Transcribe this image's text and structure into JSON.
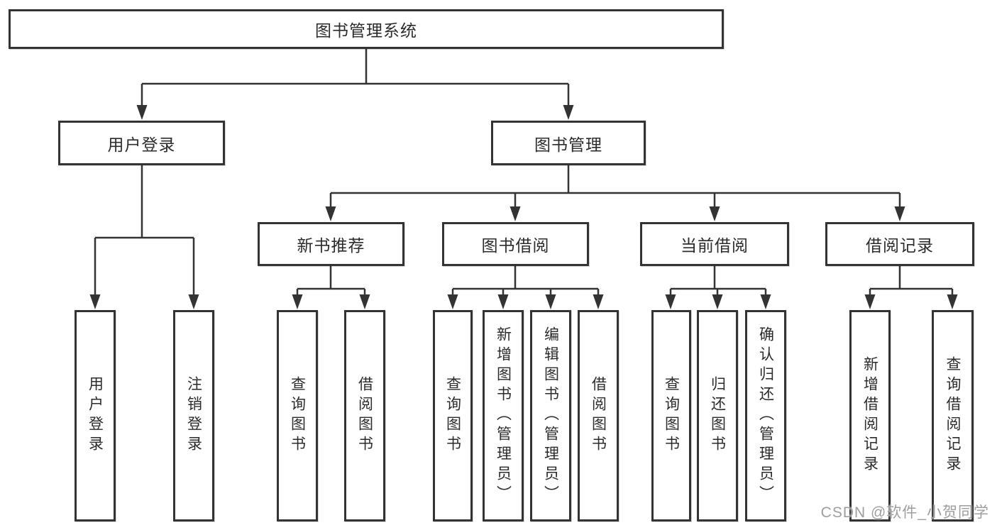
{
  "tree": {
    "label": "图书管理系统",
    "children": [
      {
        "label": "用户登录",
        "children": [
          {
            "label": "用户登录"
          },
          {
            "label": "注销登录"
          }
        ]
      },
      {
        "label": "图书管理",
        "children": [
          {
            "label": "新书推荐",
            "children": [
              {
                "label": "查询图书"
              },
              {
                "label": "借阅图书"
              }
            ]
          },
          {
            "label": "图书借阅",
            "children": [
              {
                "label": "查询图书"
              },
              {
                "label": "新增图书（管理员）"
              },
              {
                "label": "编辑图书（管理员）"
              },
              {
                "label": "借阅图书"
              }
            ]
          },
          {
            "label": "当前借阅",
            "children": [
              {
                "label": "查询图书"
              },
              {
                "label": "归还图书"
              },
              {
                "label": "确认归还（管理员）"
              }
            ]
          },
          {
            "label": "借阅记录",
            "children": [
              {
                "label": "新增借阅记录"
              },
              {
                "label": "查询借阅记录"
              }
            ]
          }
        ]
      }
    ]
  },
  "watermark": {
    "text": "CSDN @软件_小贺同学"
  },
  "colors": {
    "line": "#333333",
    "node_border": "#333333",
    "node_fill": "#ffffff",
    "text": "#2b2b2b",
    "watermark": "#9e9e9e",
    "background": "#ffffff"
  }
}
